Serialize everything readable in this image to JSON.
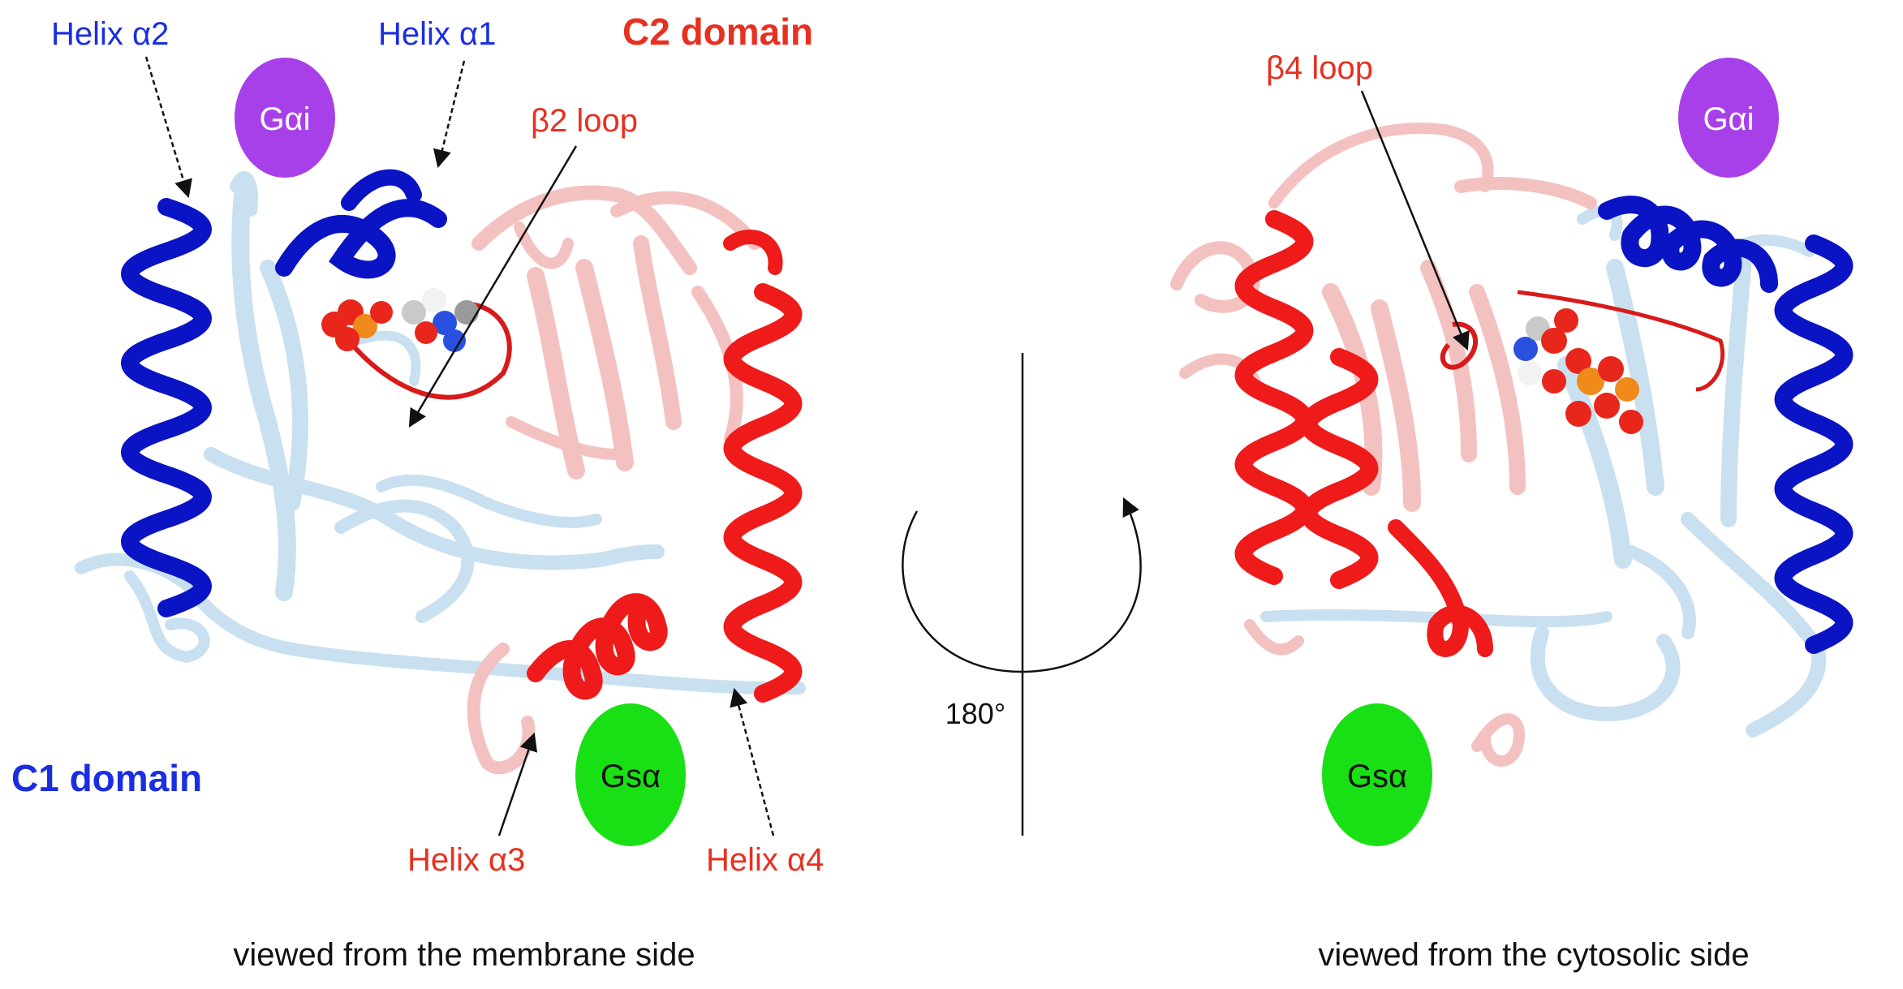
{
  "colors": {
    "c1_helix": "#0a14c4",
    "c1_strand": "#c9e0f0",
    "c2_helix": "#ef1a1a",
    "c2_strand": "#f3c2c0",
    "gai": "#a840ea",
    "gsa": "#19e014",
    "loop": "#d81a1a",
    "label_blue": "#1a2ee0",
    "label_red": "#e83020"
  },
  "left_panel": {
    "caption": "viewed from the membrane side",
    "c1_domain": "C1 domain",
    "c2_domain": "C2 domain",
    "helix_a1": "Helix α1",
    "helix_a2": "Helix α2",
    "helix_a3": "Helix α3",
    "helix_a4": "Helix α4",
    "beta2_loop": "β2 loop",
    "gai": "Gαi",
    "gsa": "Gsα"
  },
  "center": {
    "rotation": "180°"
  },
  "right_panel": {
    "caption": "viewed from the cytosolic side",
    "beta4_loop": "β4 loop",
    "gai": "Gαi",
    "gsa": "Gsα"
  }
}
